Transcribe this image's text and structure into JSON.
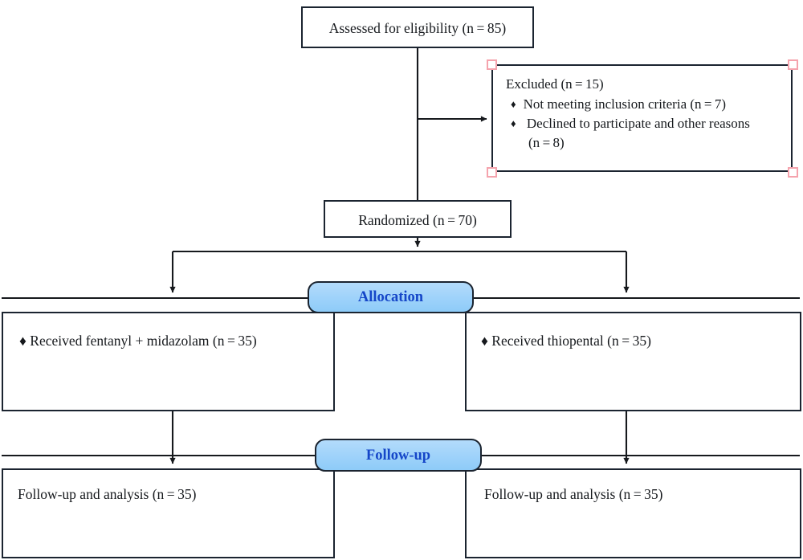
{
  "diagram": {
    "type": "consort-flow-diagram",
    "colors": {
      "box_border": "#1b2430",
      "stage_fill": "#9ed2fa",
      "stage_text": "#1546c8",
      "handle_border": "#f5a3ad",
      "text": "#16191d",
      "background": "#ffffff"
    },
    "nodes": {
      "assessed": {
        "label": "Assessed for eligibility (n = 85)"
      },
      "excluded": {
        "title": "Excluded (n = 15)",
        "reasons": [
          "Not meeting inclusion criteria (n = 7)",
          " Declined to participate and other reasons",
          "(n = 8)"
        ],
        "bullet_glyph": "♦",
        "selected": true
      },
      "randomized": {
        "label": "Randomized (n = 70)"
      },
      "stage_allocation": {
        "label": "Allocation"
      },
      "stage_followup": {
        "label": "Follow-up"
      },
      "arm_left": {
        "label": "♦ Received fentanyl + midazolam (n = 35)"
      },
      "arm_right": {
        "label": "♦ Received thiopental (n = 35)"
      },
      "follow_left": {
        "label": "Follow-up and analysis (n = 35)"
      },
      "follow_right": {
        "label": "Follow-up and analysis (n = 35)"
      }
    }
  }
}
